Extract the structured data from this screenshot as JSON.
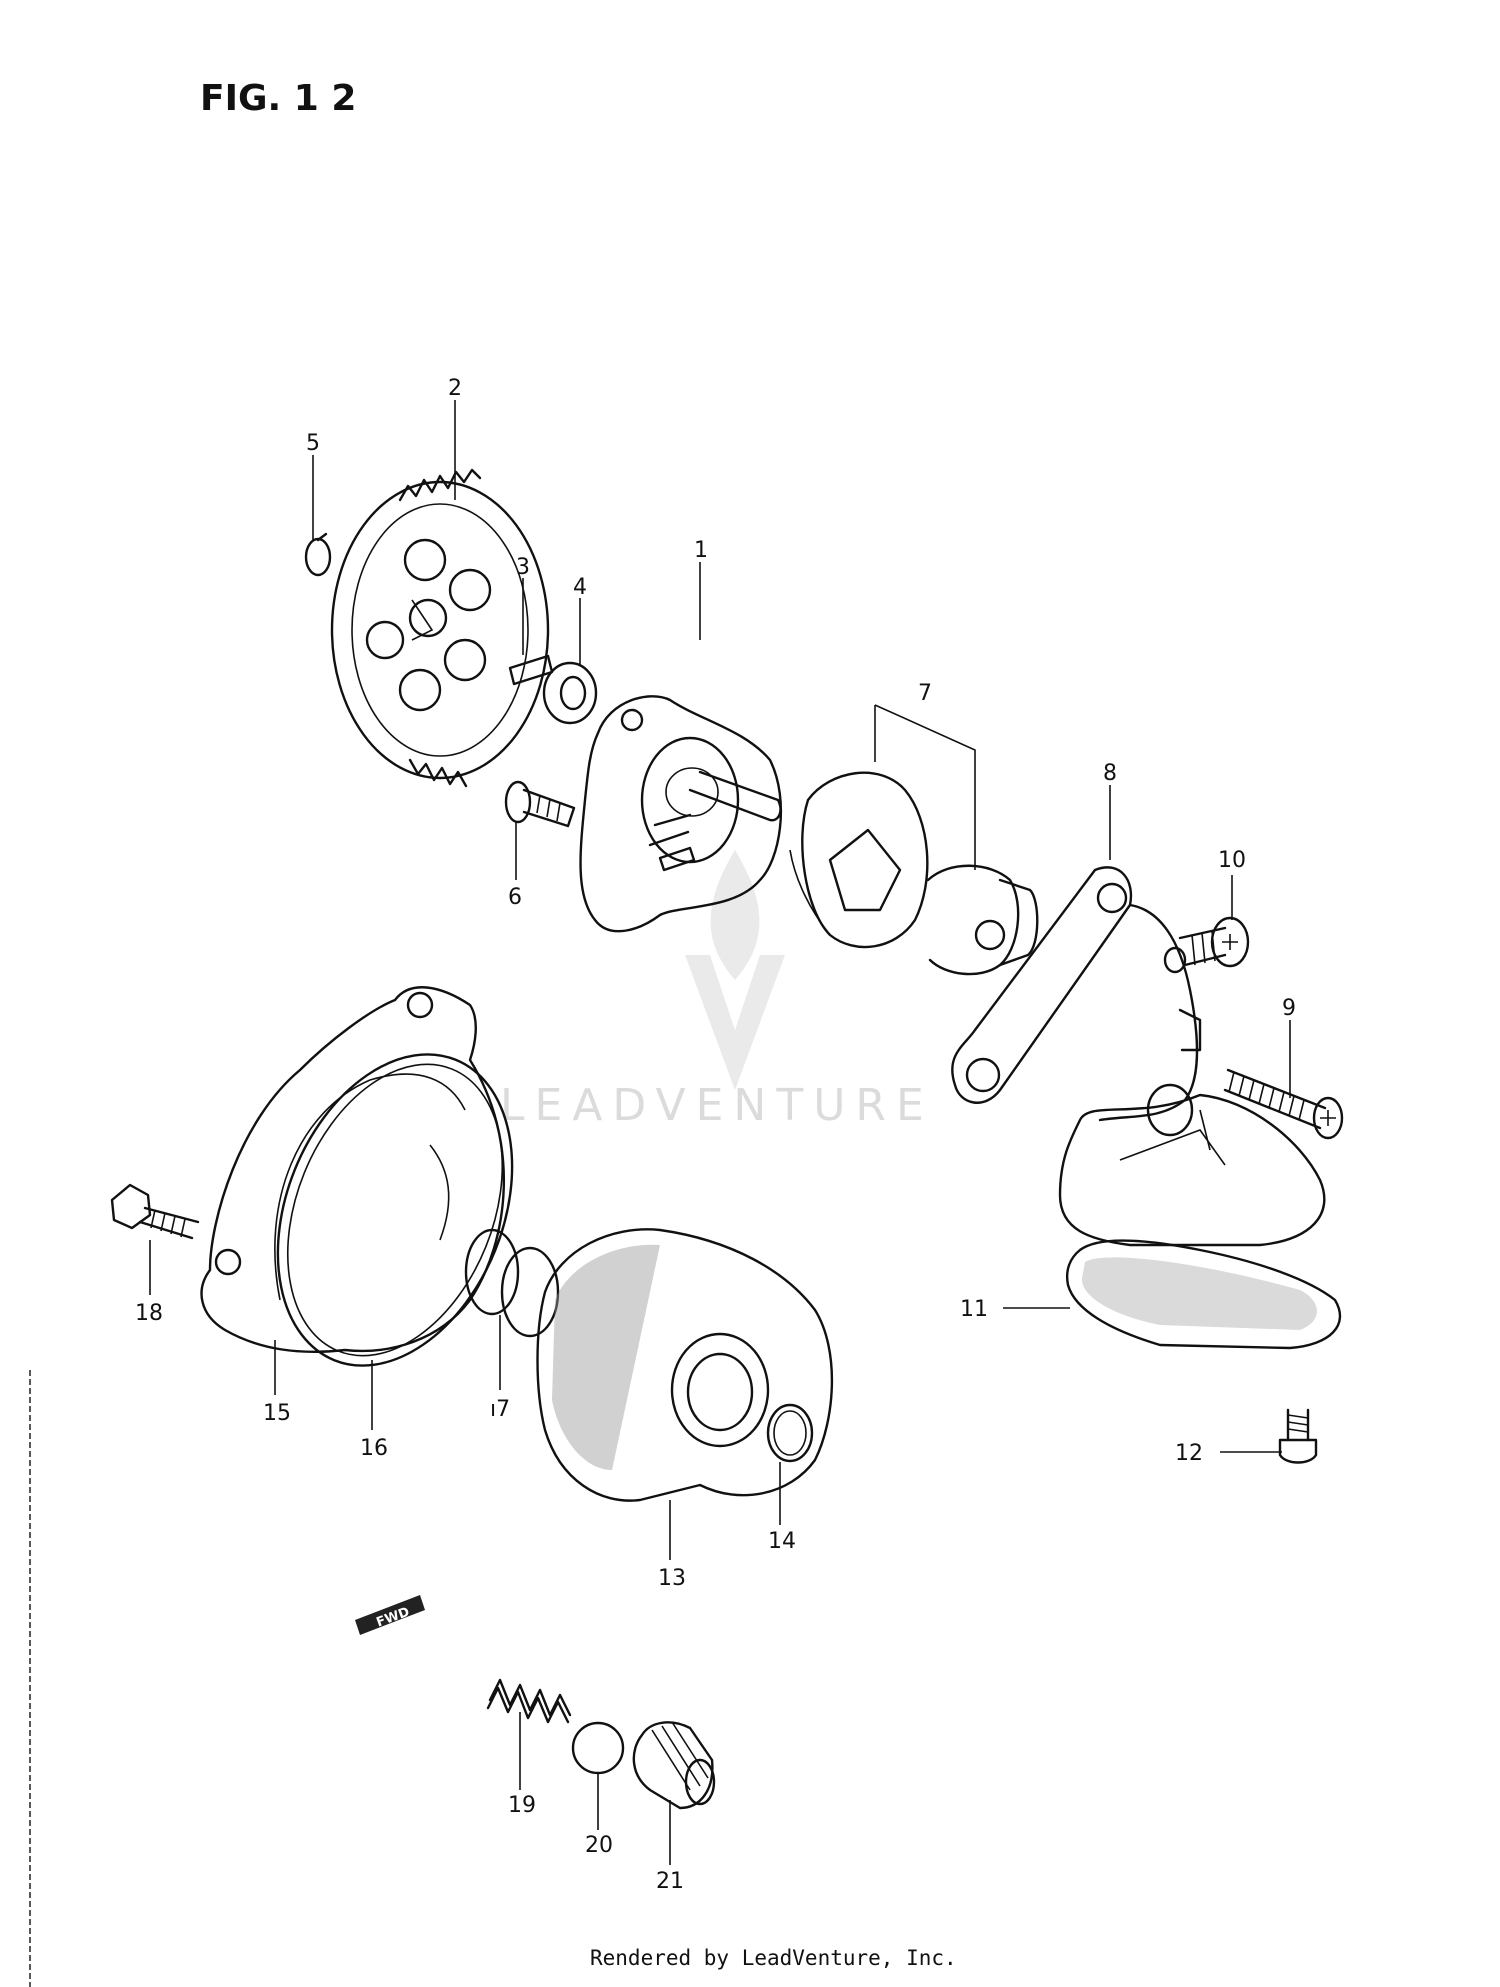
{
  "figure": {
    "title": "FIG. 1 2"
  },
  "watermark": {
    "text": "LEADVENTURE"
  },
  "fwd_mark": {
    "text": "FWD"
  },
  "footer": {
    "text": "Rendered by LeadVenture, Inc."
  },
  "callouts": [
    {
      "id": "callout-1",
      "label": "1"
    },
    {
      "id": "callout-2",
      "label": "2"
    },
    {
      "id": "callout-3",
      "label": "3"
    },
    {
      "id": "callout-4",
      "label": "4"
    },
    {
      "id": "callout-5",
      "label": "5"
    },
    {
      "id": "callout-6",
      "label": "6"
    },
    {
      "id": "callout-7",
      "label": "7"
    },
    {
      "id": "callout-8",
      "label": "8"
    },
    {
      "id": "callout-9",
      "label": "9"
    },
    {
      "id": "callout-10",
      "label": "10"
    },
    {
      "id": "callout-11",
      "label": "11"
    },
    {
      "id": "callout-12",
      "label": "12"
    },
    {
      "id": "callout-13",
      "label": "13"
    },
    {
      "id": "callout-14",
      "label": "14"
    },
    {
      "id": "callout-15",
      "label": "15"
    },
    {
      "id": "callout-16",
      "label": "16"
    },
    {
      "id": "callout-17",
      "label": "ı7"
    },
    {
      "id": "callout-18",
      "label": "18"
    },
    {
      "id": "callout-19",
      "label": "19"
    },
    {
      "id": "callout-20",
      "label": "20"
    },
    {
      "id": "callout-21",
      "label": "21"
    }
  ]
}
